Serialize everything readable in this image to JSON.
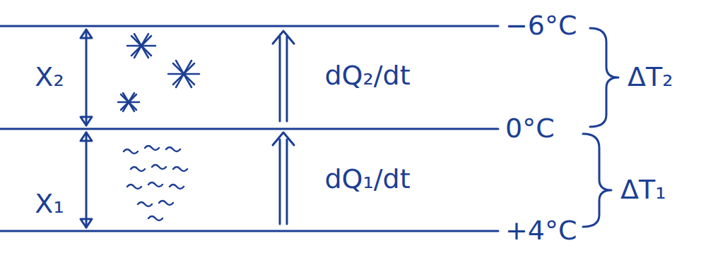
{
  "diagram": {
    "labels": [
      "X₂",
      "X₁",
      "dQ₂/dt",
      "dQ₁/dt",
      "−6°C",
      "0°C",
      "+4°C",
      "ΔT₂",
      "ΔT₁"
    ]
  }
}
